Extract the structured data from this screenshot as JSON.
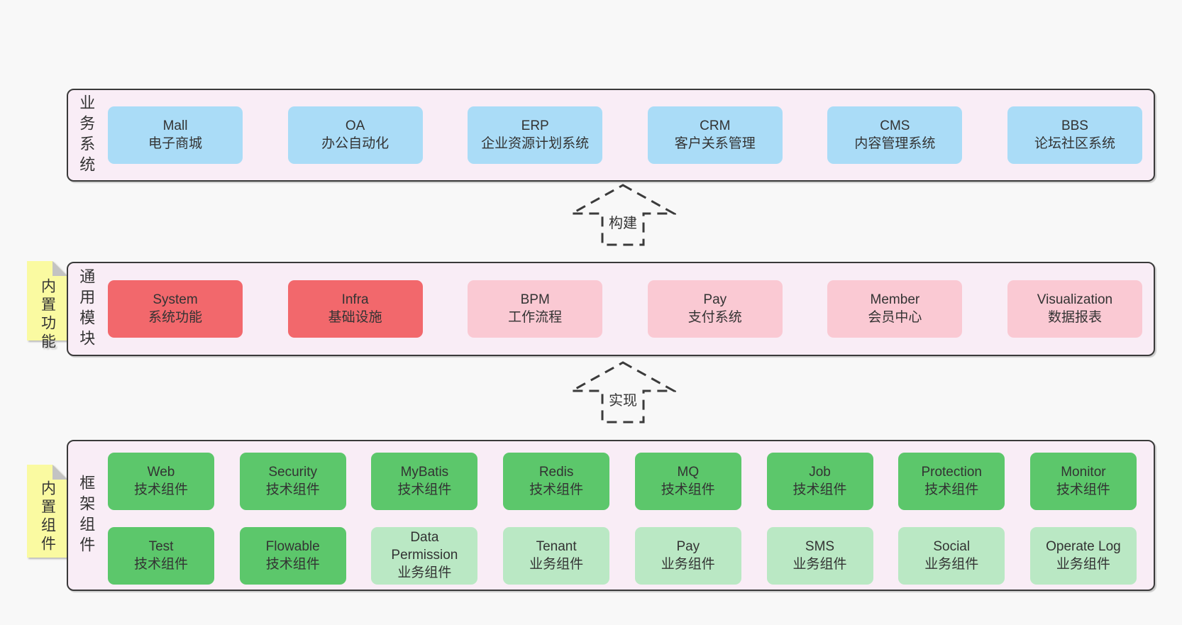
{
  "colors": {
    "page_bg": "#f8f8f8",
    "band_bg": "#f9edf6",
    "band_border": "#3a3a3a",
    "box_blue": "#aadcf7",
    "box_red": "#f2686c",
    "box_pink": "#fac9d3",
    "box_green": "#5cc76b",
    "box_light_green": "#bae8c4",
    "note_yellow": "#fafaa1",
    "note_fold": "#c3c3c3",
    "text": "#333333"
  },
  "arrows": [
    {
      "label": "构建"
    },
    {
      "label": "实现"
    }
  ],
  "bands": {
    "business": {
      "label": "业务系统",
      "boxes": [
        {
          "en": "Mall",
          "zh": "电子商城"
        },
        {
          "en": "OA",
          "zh": "办公自动化"
        },
        {
          "en": "ERP",
          "zh": "企业资源计划系统"
        },
        {
          "en": "CRM",
          "zh": "客户关系管理"
        },
        {
          "en": "CMS",
          "zh": "内容管理系统"
        },
        {
          "en": "BBS",
          "zh": "论坛社区系统"
        }
      ]
    },
    "modules": {
      "label": "通用模块",
      "note": "内置功能",
      "boxes": [
        {
          "en": "System",
          "zh": "系统功能"
        },
        {
          "en": "Infra",
          "zh": "基础设施"
        },
        {
          "en": "BPM",
          "zh": "工作流程"
        },
        {
          "en": "Pay",
          "zh": "支付系统"
        },
        {
          "en": "Member",
          "zh": "会员中心"
        },
        {
          "en": "Visualization",
          "zh": "数据报表"
        }
      ]
    },
    "components": {
      "label": "框架组件",
      "note": "内置组件",
      "row1": [
        {
          "en": "Web",
          "zh": "技术组件"
        },
        {
          "en": "Security",
          "zh": "技术组件"
        },
        {
          "en": "MyBatis",
          "zh": "技术组件"
        },
        {
          "en": "Redis",
          "zh": "技术组件"
        },
        {
          "en": "MQ",
          "zh": "技术组件"
        },
        {
          "en": "Job",
          "zh": "技术组件"
        },
        {
          "en": "Protection",
          "zh": "技术组件"
        },
        {
          "en": "Monitor",
          "zh": "技术组件"
        }
      ],
      "row2": [
        {
          "en": "Test",
          "zh": "技术组件"
        },
        {
          "en": "Flowable",
          "zh": "技术组件"
        },
        {
          "en": "Data Permission",
          "zh": "业务组件"
        },
        {
          "en": "Tenant",
          "zh": "业务组件"
        },
        {
          "en": "Pay",
          "zh": "业务组件"
        },
        {
          "en": "SMS",
          "zh": "业务组件"
        },
        {
          "en": "Social",
          "zh": "业务组件"
        },
        {
          "en": "Operate Log",
          "zh": "业务组件"
        }
      ]
    }
  }
}
